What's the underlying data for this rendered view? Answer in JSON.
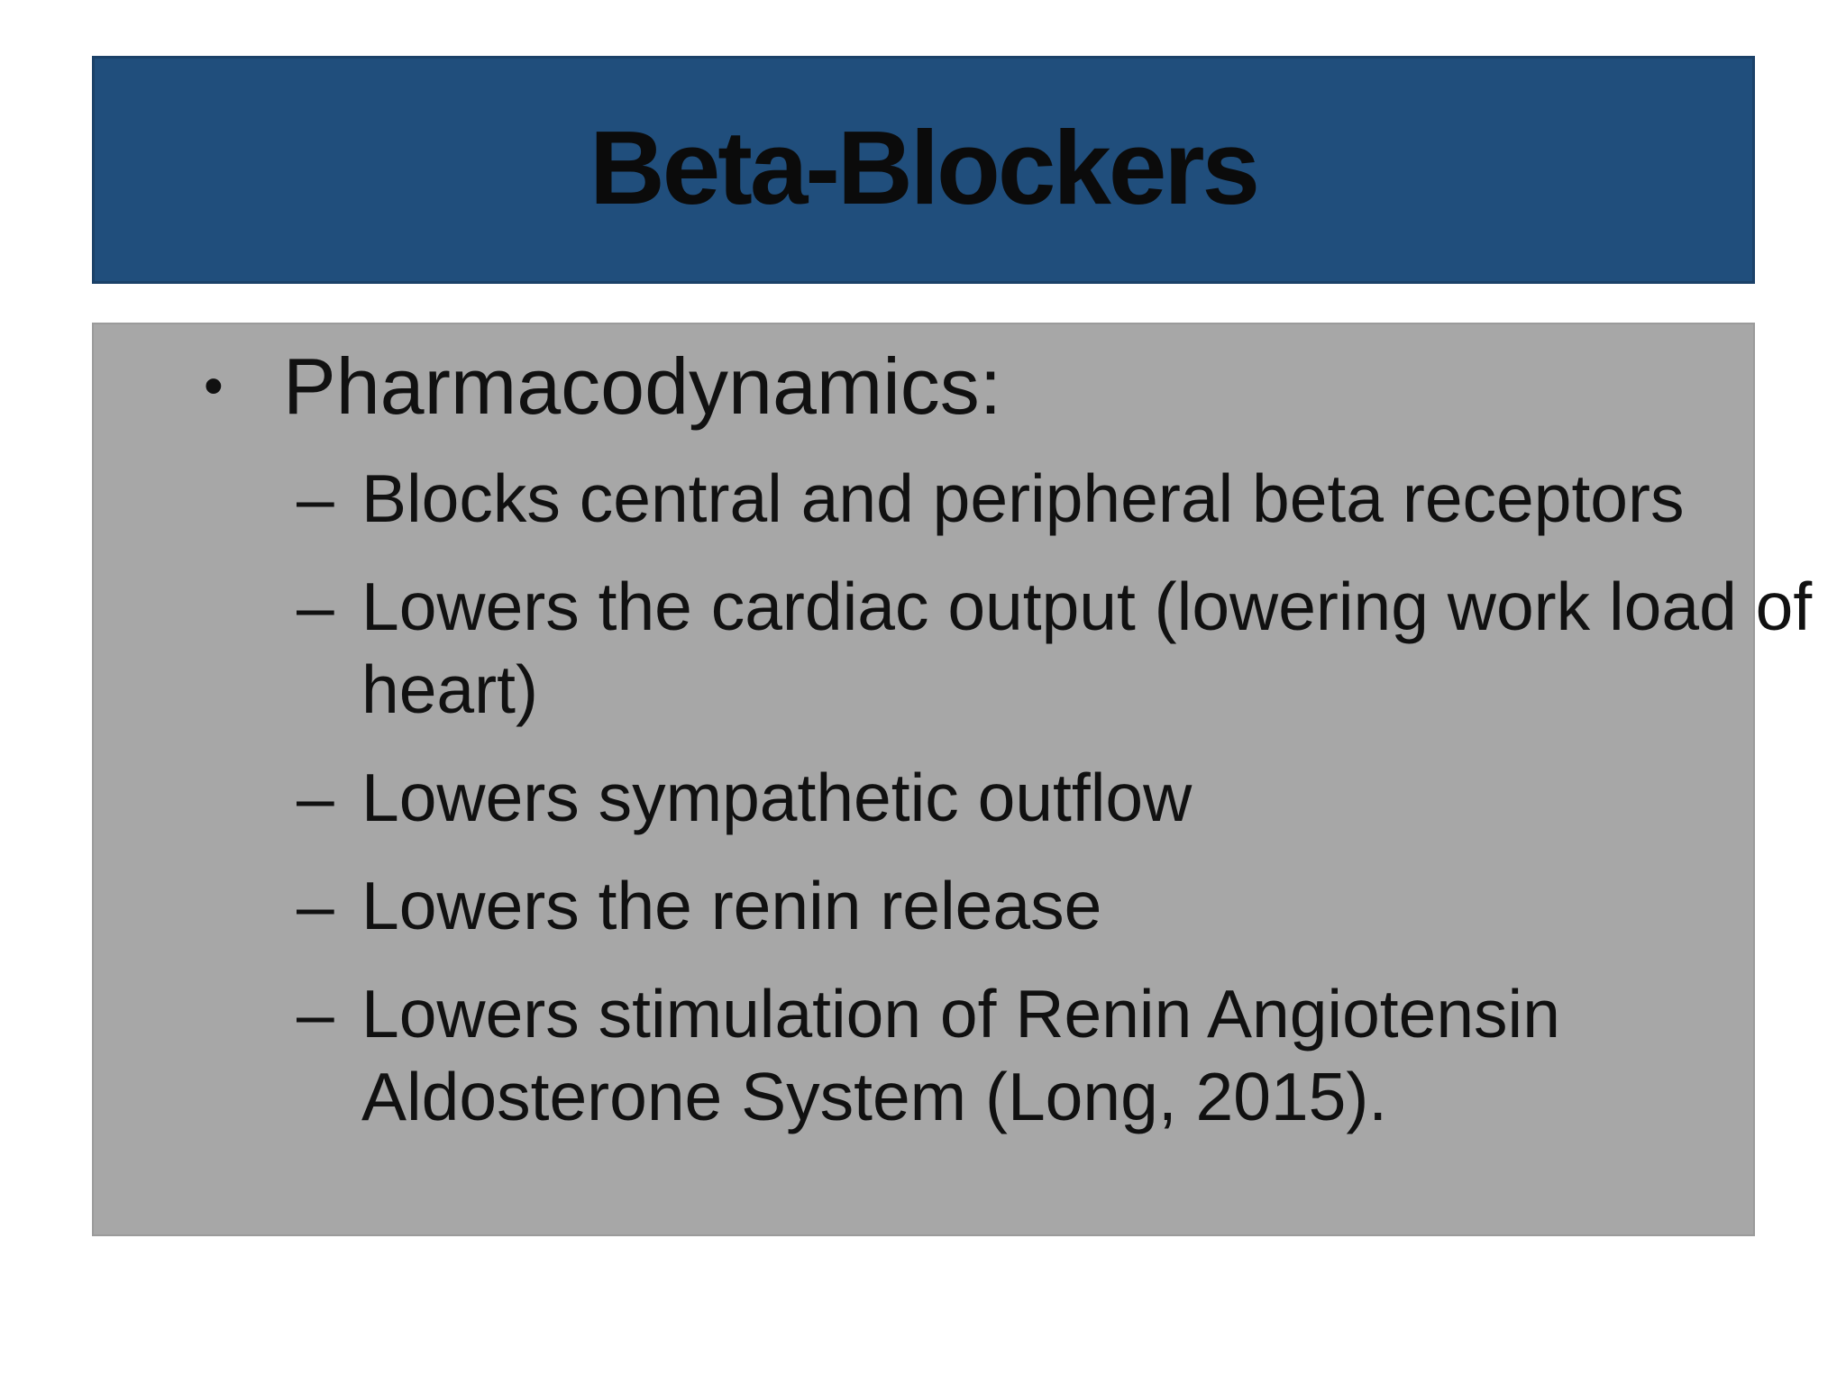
{
  "slide": {
    "title": "Beta-Blockers",
    "colors": {
      "page_bg": "#ffffff",
      "header_bg": "#204e7c",
      "header_border": "#1b4168",
      "title_text": "#0b0b0b",
      "content_bg": "#a7a7a7",
      "content_border": "#9b9b9b",
      "body_text": "#111111"
    },
    "content": {
      "level1": {
        "bullet": "•",
        "text": "Pharmacodynamics:"
      },
      "items": [
        {
          "bullet": "–",
          "lines": [
            "Blocks central and peripheral beta receptors"
          ]
        },
        {
          "bullet": "–",
          "lines": [
            "Lowers the cardiac output (lowering work load of",
            "heart)"
          ]
        },
        {
          "bullet": "–",
          "lines": [
            "Lowers sympathetic outflow"
          ]
        },
        {
          "bullet": "–",
          "lines": [
            "Lowers the renin release"
          ]
        },
        {
          "bullet": "–",
          "lines": [
            "Lowers stimulation of Renin Angiotensin",
            "Aldosterone System (Long, 2015)."
          ]
        }
      ]
    }
  }
}
